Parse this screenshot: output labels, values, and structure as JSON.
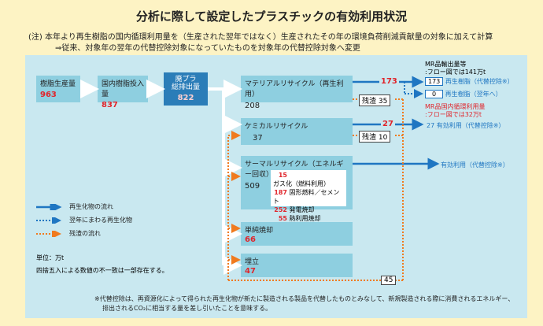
{
  "title": "分析に際して設定したプラスチックの有効利用状況",
  "notes": [
    "(注) 本年より再生樹脂の国内循環利用量を（生産された翌年ではなく）生産されたその年の環境負荷削減貢献量の対象に加えて計算",
    "⇒従来、対象年の翌年の代替控除対象になっていたものを対象年の代替控除対象へ変更"
  ],
  "nodes": {
    "production": {
      "label": "樹脂生産量",
      "value": "963"
    },
    "domestic_input": {
      "label": "国内樹脂投入量",
      "value": "837"
    },
    "waste": {
      "label": "廃プラ\n総排出量",
      "value": "822"
    },
    "material": {
      "label": "マテリアルリサイクル（再生利用）",
      "value": "208"
    },
    "chemical": {
      "label": "ケミカルリサイクル",
      "value": "37"
    },
    "thermal": {
      "label": "サーマルリサイクル（エネルギー回収）",
      "value": "509"
    },
    "incineration": {
      "label": "単純焼却",
      "value": "66"
    },
    "landfill": {
      "label": "埋立",
      "value": "47"
    }
  },
  "thermal_breakdown": [
    {
      "value": "15",
      "label": "ガス化（燃料利用）"
    },
    {
      "value": "187",
      "label": "固形燃料／セメント"
    },
    {
      "value": "252",
      "label": "発電焼却"
    },
    {
      "value": "55",
      "label": "熱利用焼却"
    }
  ],
  "flow_values": {
    "material_out": "173",
    "material_residue": "残渣 35",
    "chemical_out": "27",
    "chemical_residue": "残渣 10",
    "residue_total": "45"
  },
  "right_side": {
    "mr_export_l1": "MR品輸出量等",
    "mr_export_l2": ":フロー図では141万t",
    "recycled_resin_value": "173",
    "recycled_resin_label": "再生樹脂（代替控除※）",
    "next_year_value": "0",
    "next_year_label": "再生樹脂（翌年へ）",
    "mr_domestic_l1": "MR品国内循環利用量",
    "mr_domestic_l2": ":フロー図では32万t",
    "chemical_effective": "27 有効利用（代替控除※）",
    "thermal_effective": "有効利用（代替控除※）"
  },
  "legend": [
    {
      "label": "再生化物の流れ",
      "style": "solid-blue"
    },
    {
      "label": "翌年にまわる再生化物",
      "style": "dotted-blue"
    },
    {
      "label": "残渣の流れ",
      "style": "dotted-orange"
    }
  ],
  "unit": "単位：万t",
  "rounding_note": "四捨五入による数値の不一致は一部存在する。",
  "footnote": [
    "※代替控除は、再資源化によって得られた再生化物が新たに製造される製品を代替したものとみなして、新規製造される際に消費されるエネルギー、",
    "排出されるCO₂に相当する量を差し引いたことを意味する。"
  ],
  "colors": {
    "blue": "#1f76c2",
    "orange": "#f07a1e",
    "red": "#e0252b",
    "panel": "#c9e8f0",
    "node": "#8ecfe0",
    "dark_node": "#2b7db8"
  }
}
